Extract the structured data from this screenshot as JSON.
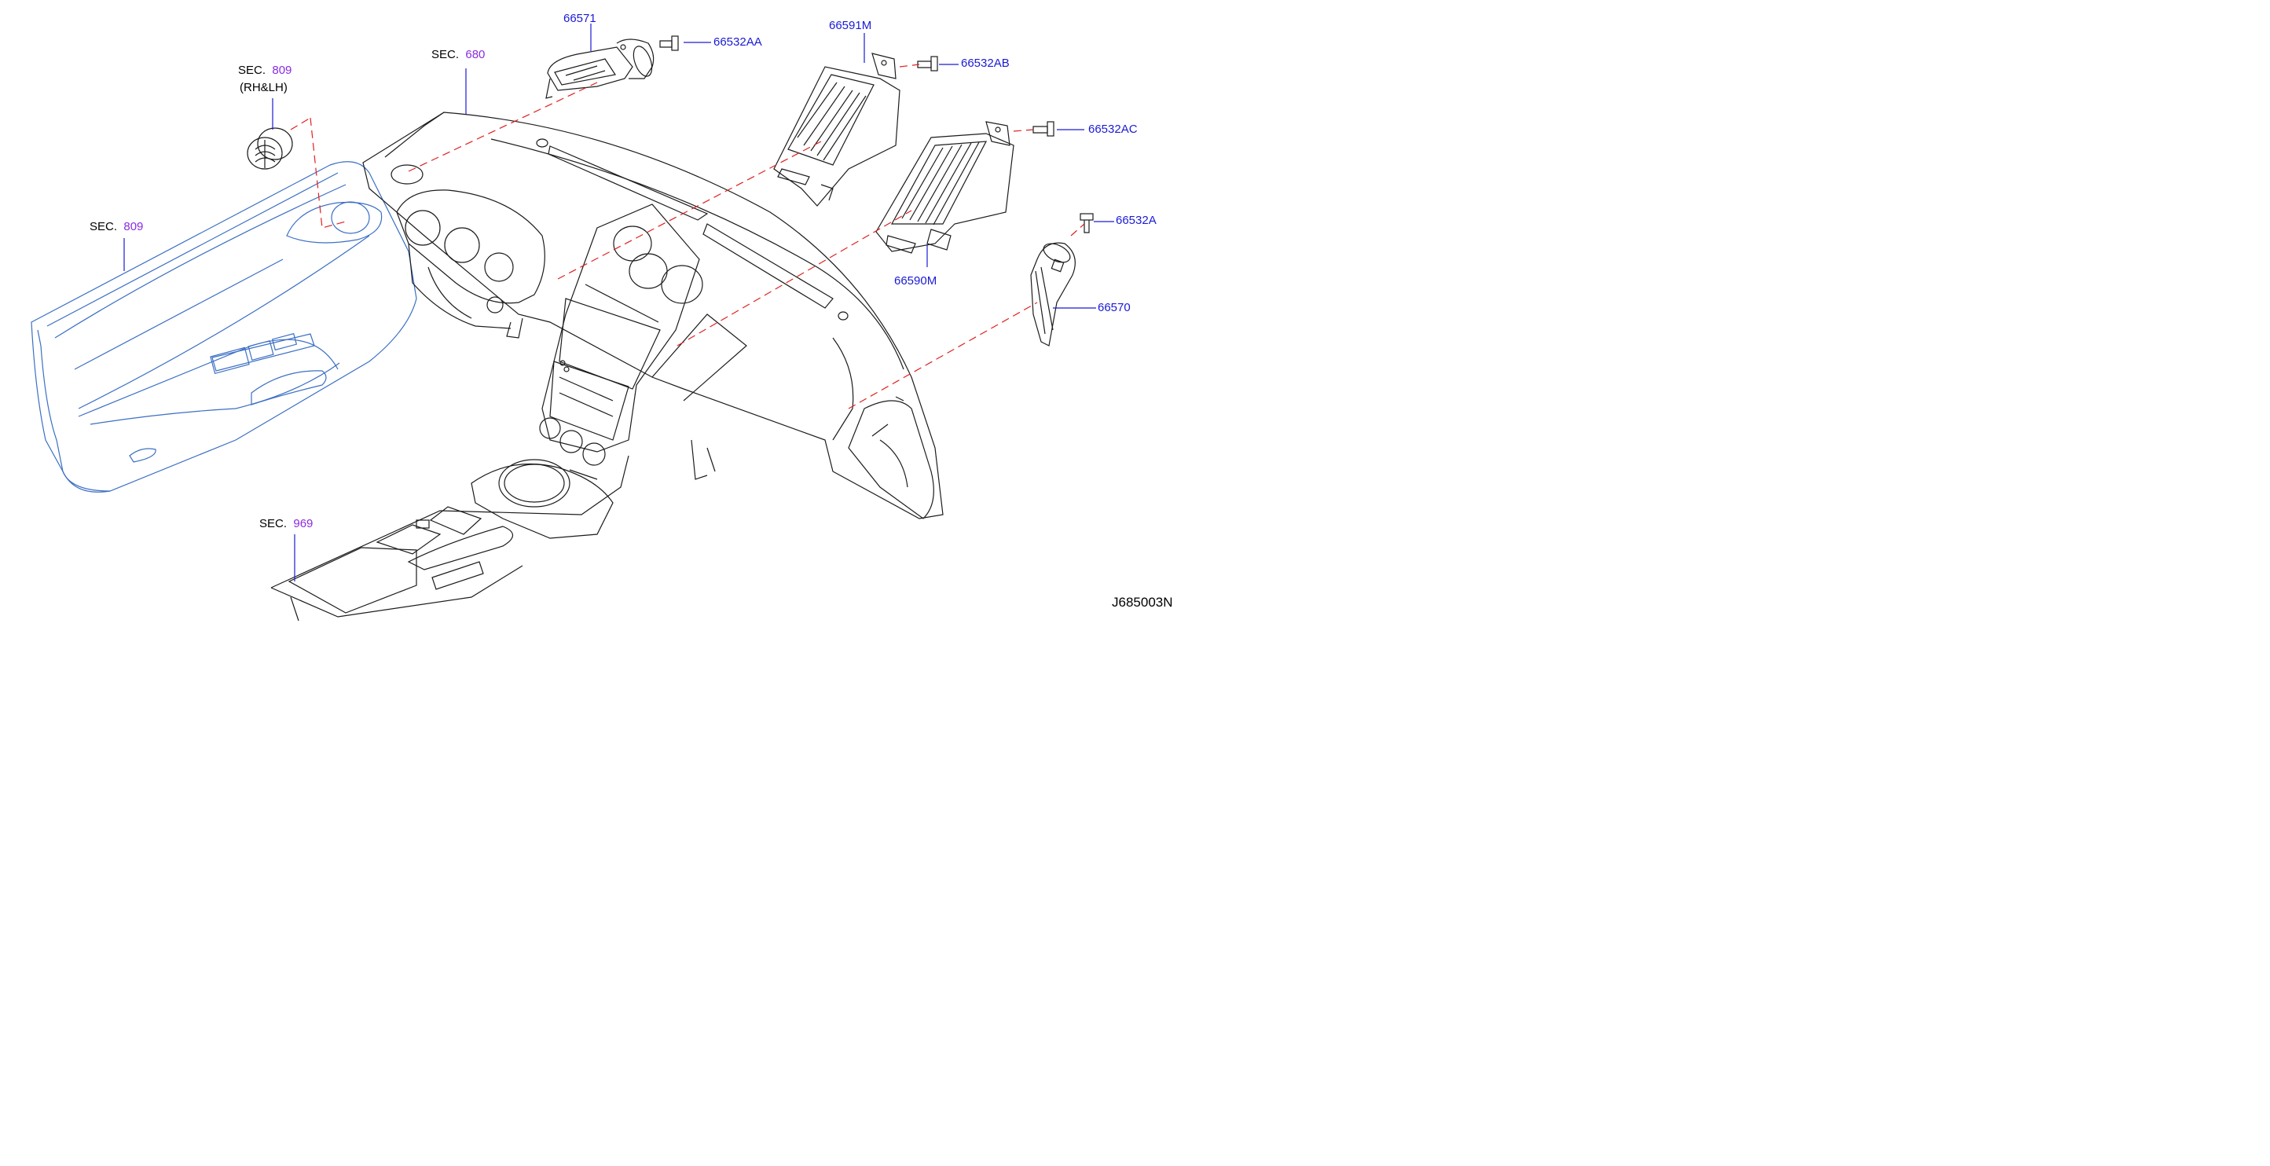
{
  "colors": {
    "outline": "#1c1c1c",
    "door_panel": "#3b6fc4",
    "leader_dash": "#e02020",
    "part_number": "#1a1ad6",
    "section_number": "#8a2be2"
  },
  "section_refs": [
    {
      "id": "sec-809-rhlh",
      "prefix": "SEC.",
      "number": "809",
      "note": "(RH&LH)"
    },
    {
      "id": "sec-680",
      "prefix": "SEC.",
      "number": "680"
    },
    {
      "id": "sec-809",
      "prefix": "SEC.",
      "number": "809"
    },
    {
      "id": "sec-969",
      "prefix": "SEC.",
      "number": "969"
    }
  ],
  "parts": [
    {
      "id": "66571",
      "label": "66571"
    },
    {
      "id": "66532AA",
      "label": "66532AA"
    },
    {
      "id": "66591M",
      "label": "66591M"
    },
    {
      "id": "66532AB",
      "label": "66532AB"
    },
    {
      "id": "66532AC",
      "label": "66532AC"
    },
    {
      "id": "66532A",
      "label": "66532A"
    },
    {
      "id": "66590M",
      "label": "66590M"
    },
    {
      "id": "66570",
      "label": "66570"
    }
  ],
  "diagram_code": "J685003N",
  "icons": [
    "bolt-icon",
    "center-vent-icon",
    "side-vent-icon",
    "door-panel-illustration",
    "dashboard-illustration"
  ]
}
